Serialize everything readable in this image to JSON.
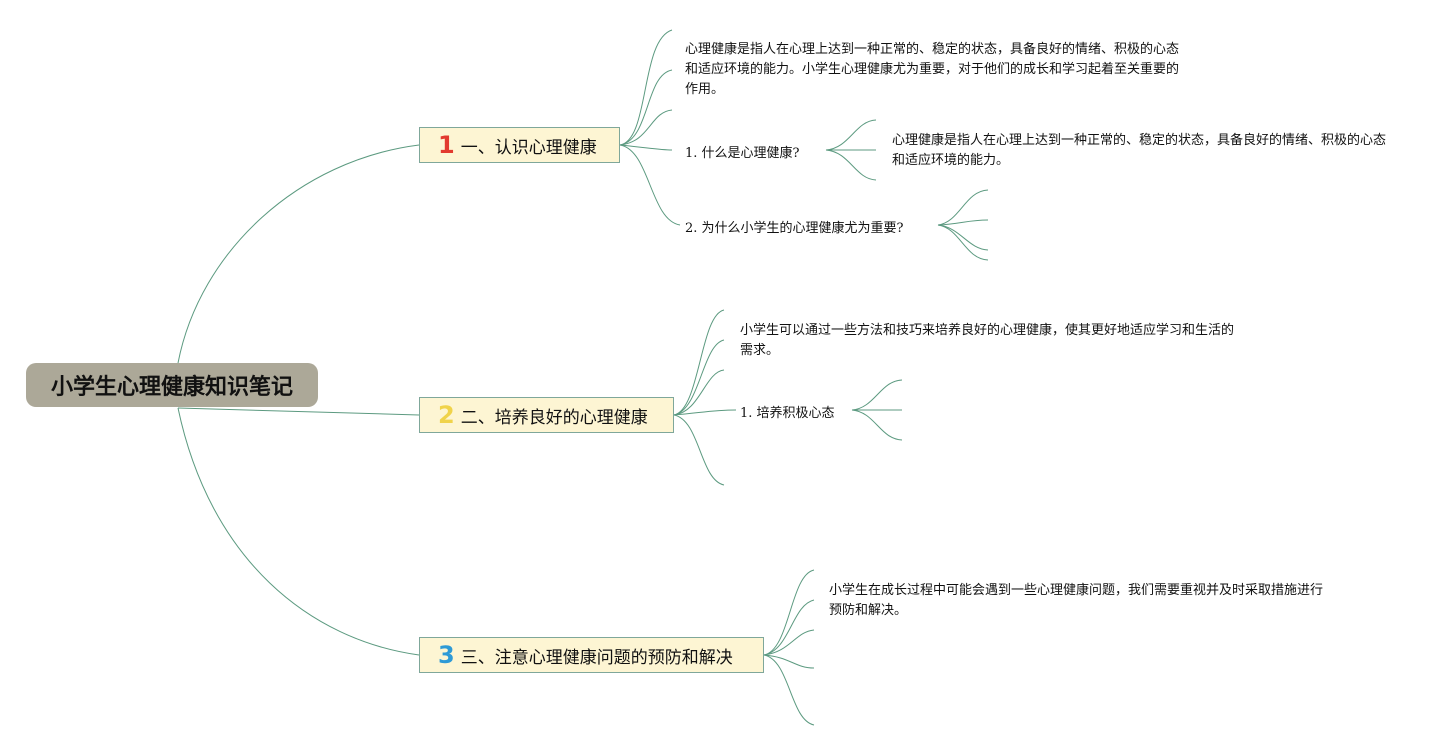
{
  "root": {
    "title": "小学生心理健康知识笔记"
  },
  "branches": [
    {
      "number": "1",
      "label": "一、认识心理健康"
    },
    {
      "number": "2",
      "label": "二、培养良好的心理健康"
    },
    {
      "number": "3",
      "label": "三、注意心理健康问题的预防和解决"
    }
  ],
  "branch1": {
    "intro": "心理健康是指人在心理上达到一种正常的、稳定的状态，具备良好的情绪、积极的心态和适应环境的能力。小学生心理健康尤为重要，对于他们的成长和学习起着至关重要的作用。",
    "q1": "1. 什么是心理健康?",
    "q1_answer": "心理健康是指人在心理上达到一种正常的、稳定的状态，具备良好的情绪、积极的心态和适应环境的能力。",
    "q2": "2. 为什么小学生的心理健康尤为重要?"
  },
  "branch2": {
    "intro": "小学生可以通过一些方法和技巧来培养良好的心理健康，使其更好地适应学习和生活的需求。",
    "item1": "1. 培养积极心态"
  },
  "branch3": {
    "intro": "小学生在成长过程中可能会遇到一些心理健康问题，我们需要重视并及时采取措施进行预防和解决。"
  },
  "colors": {
    "link": "#5c9a80",
    "root_bg": "#aca898",
    "branch_bg": "#fdf5d3"
  }
}
